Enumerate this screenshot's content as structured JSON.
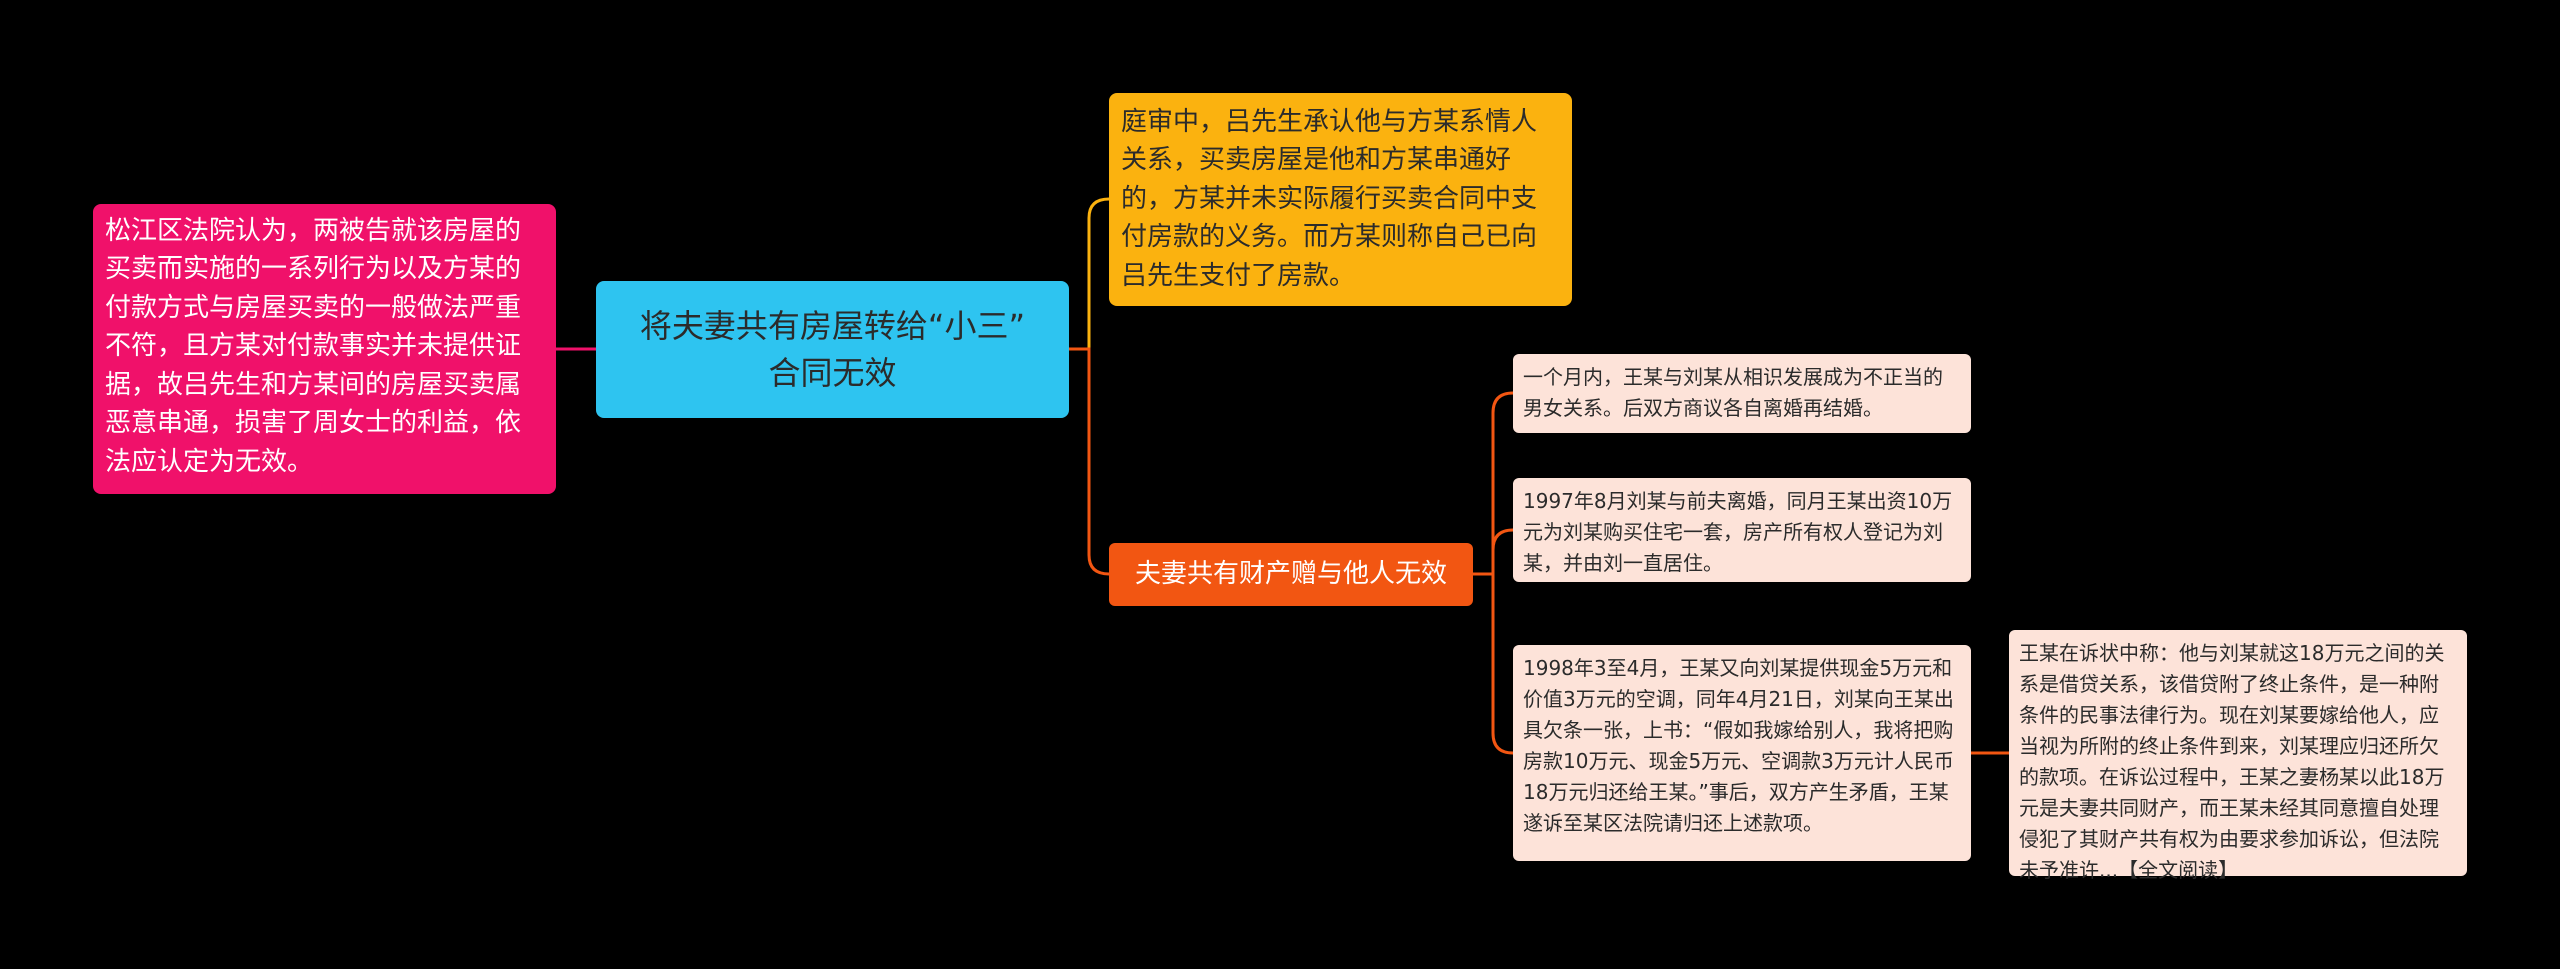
{
  "colors": {
    "background": "#000000",
    "root": "#2ec4f0",
    "left_node": "#f0116a",
    "court_node": "#fbb20f",
    "branch_node": "#f25612",
    "leaf": "#fde3d9",
    "connector_left": "#f0116a",
    "connector_court": "#fbb20f",
    "connector_branch": "#f25612"
  },
  "root": {
    "title": "将夫妻共有房屋转给“小三” 合同无效"
  },
  "left_node": {
    "text": "松江区法院认为，两被告就该房屋的买卖而实施的一系列行为以及方某的付款方式与房屋买卖的一般做法严重不符，且方某对付款事实并未提供证据，故吕先生和方某间的房屋买卖属恶意串通，损害了周女士的利益，依法应认定为无效。"
  },
  "court_node": {
    "text": "庭审中，吕先生承认他与方某系情人关系，买卖房屋是他和方某串通好的，方某并未实际履行买卖合同中支付房款的义务。而方某则称自己已向吕先生支付了房款。"
  },
  "branch_node": {
    "label": "夫妻共有财产赠与他人无效"
  },
  "leaves": [
    {
      "text": "一个月内，王某与刘某从相识发展成为不正当的男女关系。后双方商议各自离婚再结婚。"
    },
    {
      "text": "1997年8月刘某与前夫离婚，同月王某出资10万元为刘某购买住宅一套，房产所有权人登记为刘某，并由刘一直居住。"
    },
    {
      "text": "1998年3至4月，王某又向刘某提供现金5万元和价值3万元的空调，同年4月21日，刘某向王某出具欠条一张，上书：“假如我嫁给别人，我将把购房款10万元、现金5万元、空调款3万元计人民币18万元归还给王某。”事后，双方产生矛盾，王某遂诉至某区法院请归还上述款项。"
    },
    {
      "text": "王某在诉状中称：他与刘某就这18万元之间的关系是借贷关系，该借贷附了终止条件，是一种附条件的民事法律行为。现在刘某要嫁给他人，应当视为所附的终止条件到来，刘某理应归还所欠的款项。在诉讼过程中，王某之妻杨某以此18万元是夫妻共同财产，而王某未经其同意擅自处理侵犯了其财产共有权为由要求参加诉讼，但法院未予准许...【全文阅读】"
    }
  ]
}
